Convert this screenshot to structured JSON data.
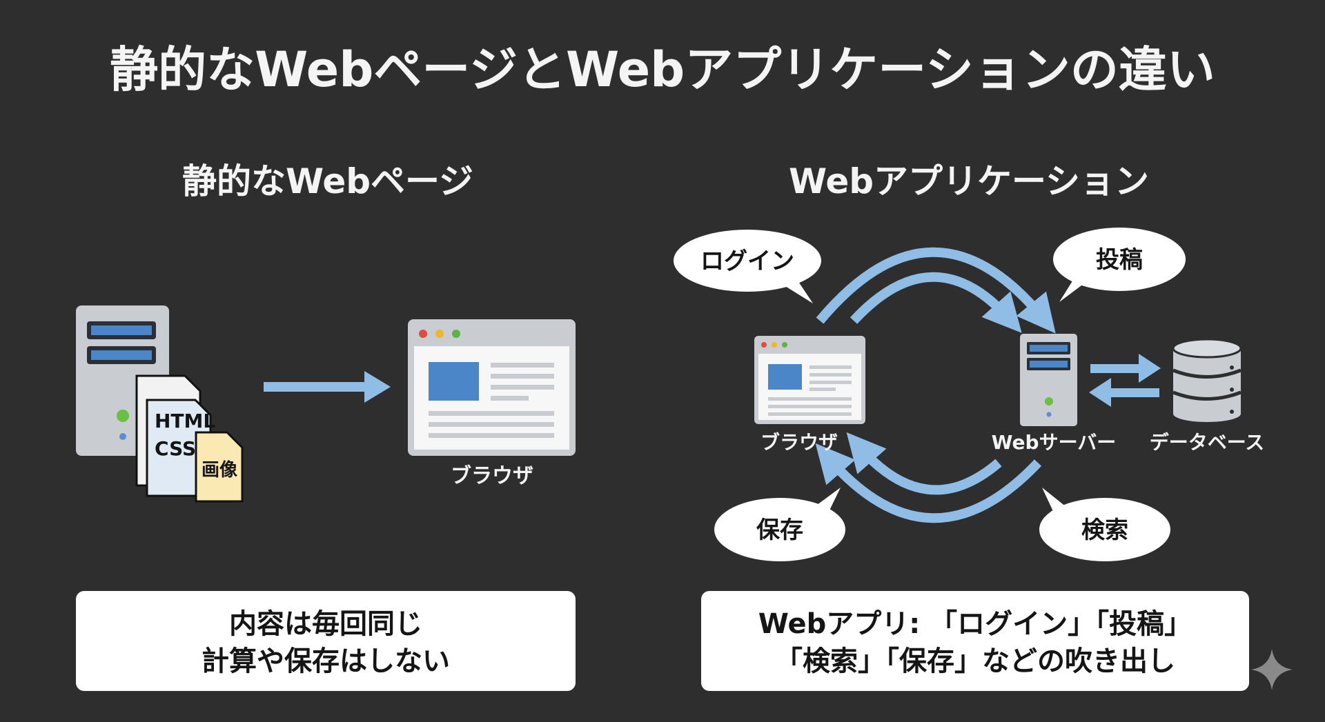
{
  "title": "静的なWebページとWebアプリケーションの違い",
  "left": {
    "heading": "静的なWebページ",
    "docs": {
      "html": "HTML",
      "css": "CSS",
      "image": "画像"
    },
    "browser_label": "ブラウザ",
    "summary": [
      "内容は毎回同じ",
      "計算や保存はしない"
    ]
  },
  "right": {
    "heading": "Webアプリケーション",
    "bubbles": {
      "login": "ログイン",
      "post": "投稿",
      "save": "保存",
      "search": "検索"
    },
    "browser_label": "ブラウザ",
    "server_label": "Webサーバー",
    "database_label": "データベース",
    "summary": [
      "Webアプリ: 「ログイン」「投稿」",
      "「検索」「保存」などの吹き出し"
    ]
  },
  "colors": {
    "background": "#2e2e2e",
    "arrow": "#8fbde6",
    "accent_blue": "#4a86c8"
  }
}
